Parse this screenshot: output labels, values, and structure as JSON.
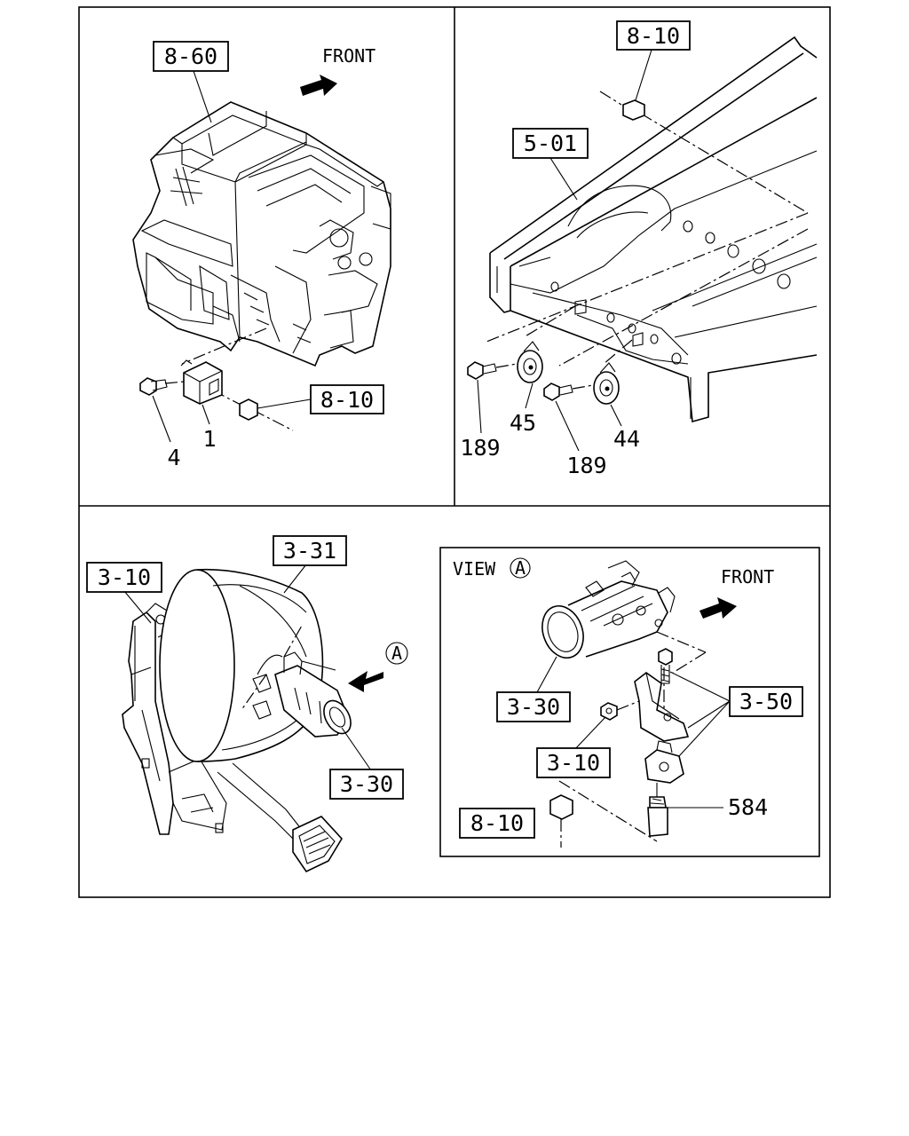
{
  "panel_tl": {
    "ref_heater": "8-60",
    "front_label": "FRONT",
    "ref_harness": "8-10",
    "part_bolt": "4",
    "part_module": "1"
  },
  "panel_tr": {
    "ref_harness": "8-10",
    "ref_frame": "5-01",
    "part_horn_a": "45",
    "part_horn_b": "44",
    "part_bolt_a": "189",
    "part_bolt_b": "189"
  },
  "panel_bl": {
    "ref_bracket": "3-10",
    "ref_booster": "3-31",
    "ref_master": "3-30",
    "view_marker": "A"
  },
  "panel_br": {
    "view_label": "VIEW",
    "view_marker": "A",
    "front_label": "FRONT",
    "ref_master": "3-30",
    "ref_brackets": "3-50",
    "ref_nut": "3-10",
    "ref_harness": "8-10",
    "part_switch": "584"
  }
}
